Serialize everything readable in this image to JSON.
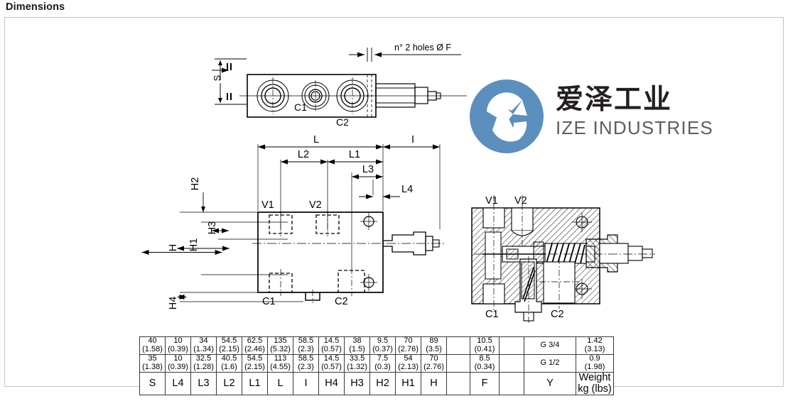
{
  "page": {
    "title": "Dimensions"
  },
  "brand": {
    "logo_mark_name": "ize-industries-logo-mark",
    "logo_color": "#5b8fbe",
    "name_cn": "爱泽工业",
    "name_en": "IZE INDUSTRIES",
    "text_color": "#231f20",
    "en_color": "#5e5e5e"
  },
  "drawings": {
    "top_view": {
      "note": "n° 2 holes Ø F",
      "labels": [
        "S",
        "C1",
        "C2"
      ]
    },
    "front_view": {
      "horizontal_dims": [
        "L",
        "L2",
        "L1",
        "L3",
        "L4",
        "I"
      ],
      "vertical_dims": [
        "H",
        "H1",
        "H2",
        "H3",
        "H4"
      ],
      "port_labels": [
        "V1",
        "V2",
        "C1",
        "C2"
      ]
    },
    "section_view": {
      "port_labels": [
        "V1",
        "V2",
        "C1",
        "C2"
      ]
    }
  },
  "table": {
    "row1": {
      "S": {
        "mm": "40",
        "in": "(1.58)"
      },
      "L4": {
        "mm": "10",
        "in": "(0.39)"
      },
      "L3": {
        "mm": "34",
        "in": "(1.34)"
      },
      "L2": {
        "mm": "54.5",
        "in": "(2.15)"
      },
      "L1": {
        "mm": "62.5",
        "in": "(2.46)"
      },
      "L": {
        "mm": "135",
        "in": "(5.32)"
      },
      "I": {
        "mm": "58.5",
        "in": "(2.3)"
      },
      "H4": {
        "mm": "14.5",
        "in": "(0.57)"
      },
      "H3": {
        "mm": "38",
        "in": "(1.5)"
      },
      "H2": {
        "mm": "9.5",
        "in": "(0.37)"
      },
      "H1": {
        "mm": "70",
        "in": "(2.76)"
      },
      "H": {
        "mm": "89",
        "in": "(3.5)"
      },
      "gap1": {
        "mm": "",
        "in": ""
      },
      "F": {
        "mm": "10.5",
        "in": "(0.41)"
      },
      "gap2": {
        "mm": "",
        "in": ""
      },
      "Y": {
        "value": "G 3/4"
      },
      "Weight": {
        "mm": "1.42",
        "in": "(3.13)"
      }
    },
    "row2": {
      "S": {
        "mm": "35",
        "in": "(1.38)"
      },
      "L4": {
        "mm": "10",
        "in": "(0.39)"
      },
      "L3": {
        "mm": "32.5",
        "in": "(1.28)"
      },
      "L2": {
        "mm": "40.5",
        "in": "(1.6)"
      },
      "L1": {
        "mm": "54.5",
        "in": "(2.15)"
      },
      "L": {
        "mm": "113",
        "in": "(4.55)"
      },
      "I": {
        "mm": "58.5",
        "in": "(2.3)"
      },
      "H4": {
        "mm": "14.5",
        "in": "(0.57)"
      },
      "H3": {
        "mm": "33.5",
        "in": "(1.32)"
      },
      "H2": {
        "mm": "7.5",
        "in": "(0.3)"
      },
      "H1": {
        "mm": "54",
        "in": "(2.13)"
      },
      "H": {
        "mm": "70",
        "in": "(2.76)"
      },
      "gap1": {
        "mm": "",
        "in": ""
      },
      "F": {
        "mm": "8.5",
        "in": "(0.34)"
      },
      "gap2": {
        "mm": "",
        "in": ""
      },
      "Y": {
        "value": "G 1/2"
      },
      "Weight": {
        "mm": "0.9",
        "in": "(1.98)"
      }
    },
    "headers": {
      "S": "S",
      "L4": "L4",
      "L3": "L3",
      "L2": "L2",
      "L1": "L1",
      "L": "L",
      "I": "I",
      "H4": "H4",
      "H3": "H3",
      "H2": "H2",
      "H1": "H1",
      "H": "H",
      "gap1": "",
      "F": "F",
      "gap2": "",
      "Y": "Y",
      "Weight_line1": "Weight",
      "Weight_line2": "kg (lbs)"
    }
  }
}
